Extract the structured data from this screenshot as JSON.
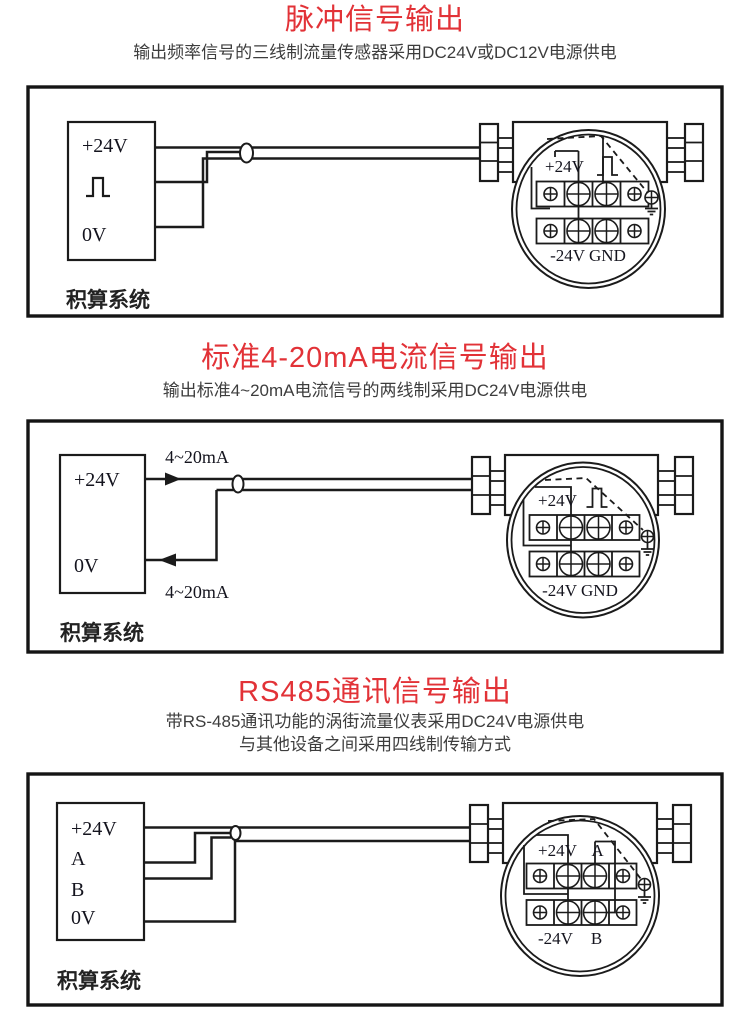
{
  "page": {
    "background": "#ffffff",
    "accent_red": "#e23237",
    "line_color": "#1b1b1b"
  },
  "sections": [
    {
      "title": "脉冲信号输出",
      "subtitles": [
        "输出频率信号的三线制流量传感器采用DC24V或DC12V电源供电"
      ],
      "system_box": {
        "label": "积算系统",
        "pins": [
          "+24V",
          "0V"
        ],
        "pulse_icon": "pulse-waveform"
      },
      "terminals": {
        "top_left": "+24V",
        "bottom": "-24V GND"
      }
    },
    {
      "title": "标准4-20mA电流信号输出",
      "subtitles": [
        "输出标准4~20mA电流信号的两线制采用DC24V电源供电"
      ],
      "system_box": {
        "label": "积算系统",
        "pins": [
          "+24V",
          "0V"
        ]
      },
      "wire_labels": {
        "top": "4~20mA",
        "bottom": "4~20mA"
      },
      "terminals": {
        "top_left": "+24V",
        "bottom": "-24V GND"
      }
    },
    {
      "title": "RS485通讯信号输出",
      "subtitles": [
        "带RS-485通讯功能的涡街流量仪表采用DC24V电源供电",
        "与其他设备之间采用四线制传输方式"
      ],
      "system_box": {
        "label": "积算系统",
        "pins": [
          "+24V",
          "A",
          "B",
          "0V"
        ]
      },
      "terminals": {
        "top_left": "+24V",
        "top_right": "A",
        "bottom_left": "-24V",
        "bottom_right": "B"
      }
    }
  ]
}
